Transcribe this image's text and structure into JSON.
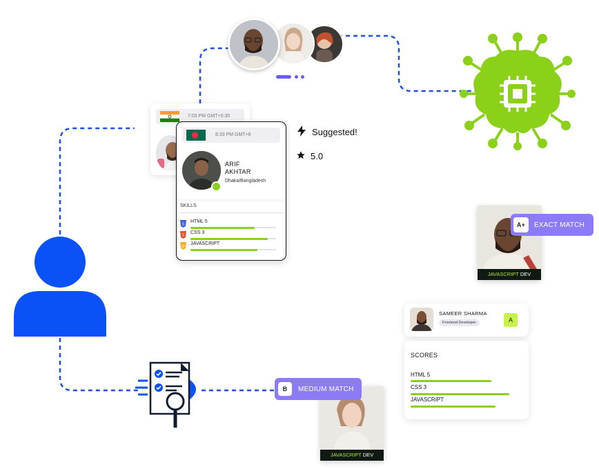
{
  "colors": {
    "connector": "#1f4fe0",
    "user_icon": "#0a52f5",
    "ai_brain": "#8bd11a",
    "accent_purple": "#8b7cf6",
    "bar_green": "#8bd11a"
  },
  "back_card": {
    "time": "7:03 PM GMT+5:30"
  },
  "main_card": {
    "time": "8:33 PM GMT+6",
    "first_name": "ARIF",
    "last_name": "AKHTAR",
    "location": "Dhaka/Bangladesh",
    "skills_heading": "SKILLS",
    "skills": [
      {
        "name": "HTML 5",
        "level": 0.75
      },
      {
        "name": "CSS 3",
        "level": 0.9
      },
      {
        "name": "JAVASCRIPT",
        "level": 0.78
      }
    ]
  },
  "side_info": {
    "suggested": "Suggested!",
    "rating": "5.0"
  },
  "exact_match": {
    "tag": "A+",
    "label": "EXACT MATCH",
    "role_highlight": "JAVASCRIPT",
    "role_rest": " DEV"
  },
  "sameer_card": {
    "name": "SAMEER SHARMA",
    "role": "Frontend Developer",
    "grade": "A"
  },
  "scores_card": {
    "heading": "SCORES",
    "scores": [
      {
        "name": "HTML 5",
        "level": 0.78
      },
      {
        "name": "CSS 3",
        "level": 0.95
      },
      {
        "name": "JAVASCRIPT",
        "level": 0.82
      }
    ]
  },
  "medium_match": {
    "tag": "B",
    "label": "MEDIUM MATCH",
    "role_highlight": "JAVASCRIPT",
    "role_rest": " DEV"
  }
}
